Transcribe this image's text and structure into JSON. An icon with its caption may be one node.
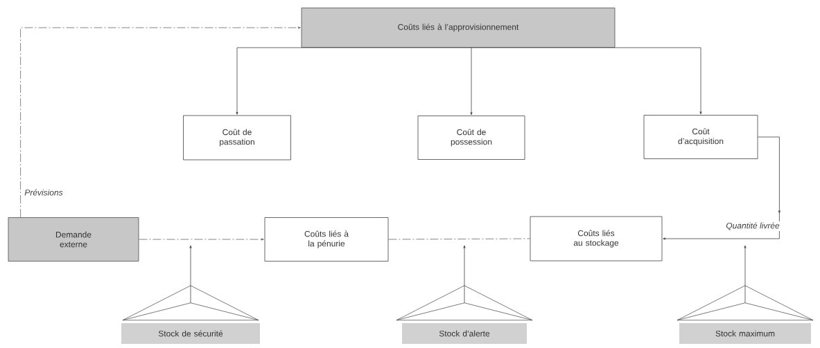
{
  "diagram": {
    "nodes": [
      {
        "text": [
          "Coûts liés à l’approvisionnement"
        ]
      },
      {
        "text": [
          "Coût de passation"
        ]
      },
      {
        "text": [
          "Coût de possession"
        ]
      },
      {
        "text": [
          "Coût d’acquisition"
        ]
      },
      {
        "text": [
          "Demande externe"
        ]
      },
      {
        "text": [
          "Coûts liés à la pénurie"
        ]
      },
      {
        "text": [
          "Coûts liés au stockage"
        ]
      },
      {
        "text": [
          "Stock de sécurité"
        ]
      },
      {
        "text": [
          "Stock d’alerte"
        ]
      },
      {
        "text": [
          "Stock maximum"
        ]
      }
    ],
    "edges": [
      {
        "from": 0,
        "to": 1,
        "arrow": "to"
      },
      {
        "from": 0,
        "to": 2,
        "arrow": "to"
      },
      {
        "from": 0,
        "to": 3,
        "arrow": "to"
      },
      {
        "from": 4,
        "to": 0,
        "arrow": "to",
        "style": "dashed",
        "label": "Prévisions"
      },
      {
        "from": 4,
        "to": 5,
        "arrow": "to",
        "style": "dashed"
      },
      {
        "from": 5,
        "to": 6,
        "arrow": "none",
        "style": "dashed"
      },
      {
        "from": 3,
        "to": 6,
        "arrow": "to",
        "label": "Quantité  livrée"
      },
      {
        "from": 7,
        "to": null,
        "arrow": "to"
      },
      {
        "from": 8,
        "to": null,
        "arrow": "to"
      },
      {
        "from": 9,
        "to": null,
        "arrow": "to"
      }
    ]
  }
}
